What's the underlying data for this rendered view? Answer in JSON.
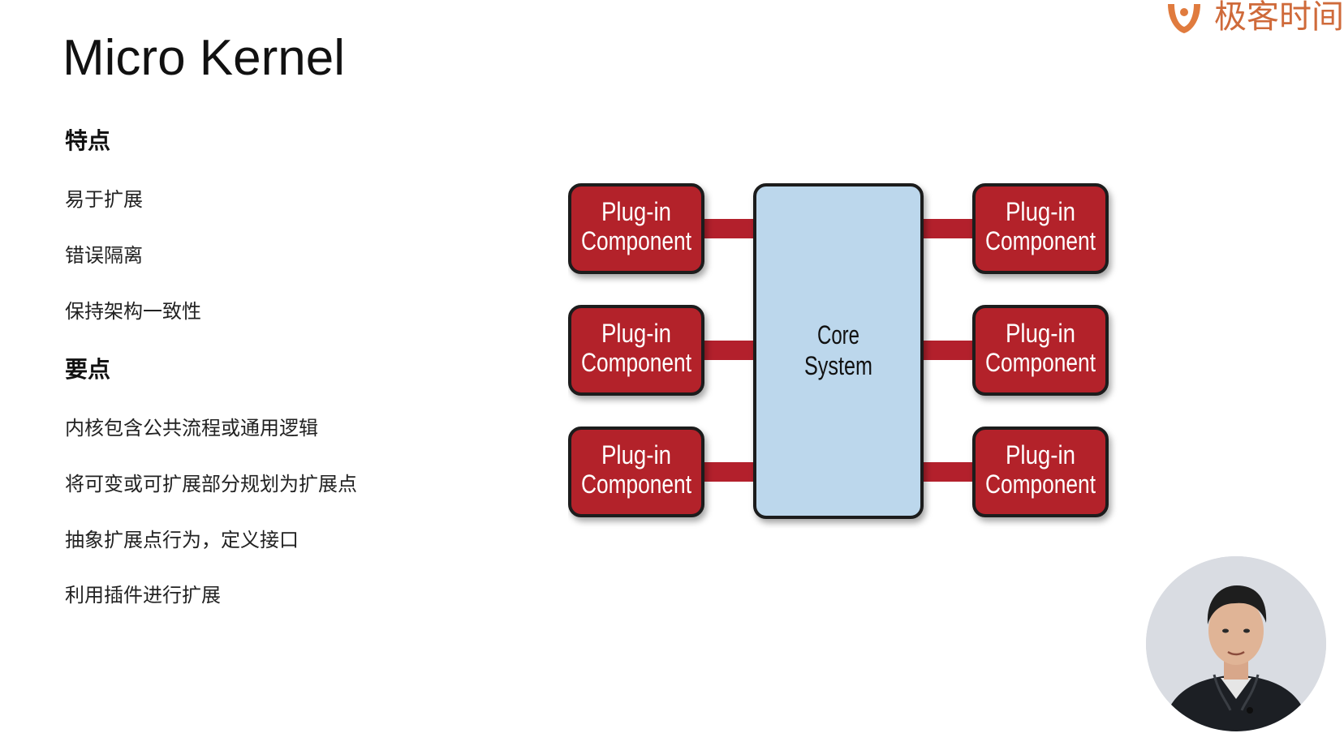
{
  "slide": {
    "title": "Micro Kernel",
    "sections": [
      {
        "heading": "特点",
        "items": [
          "易于扩展",
          "错误隔离",
          "保持架构一致性"
        ]
      },
      {
        "heading": "要点",
        "items": [
          "内核包含公共流程或通用逻辑",
          "将可变或可扩展部分规划为扩展点",
          "抽象扩展点行为，定义接口",
          "利用插件进行扩展"
        ]
      }
    ]
  },
  "diagram": {
    "core": {
      "line1": "Core",
      "line2": "System"
    },
    "plugins": [
      {
        "line1": "Plug-in",
        "line2": "Component"
      },
      {
        "line1": "Plug-in",
        "line2": "Component"
      },
      {
        "line1": "Plug-in",
        "line2": "Component"
      },
      {
        "line1": "Plug-in",
        "line2": "Component"
      },
      {
        "line1": "Plug-in",
        "line2": "Component"
      },
      {
        "line1": "Plug-in",
        "line2": "Component"
      }
    ],
    "colors": {
      "plugin_fill": "#b3202c",
      "plugin_border": "#1a1a1a",
      "core_fill": "#bcd7ec",
      "core_border": "#1a1a1a",
      "connector": "#b3202c"
    }
  },
  "logo": {
    "text": "极客时间",
    "color": "#cf6a3a"
  }
}
